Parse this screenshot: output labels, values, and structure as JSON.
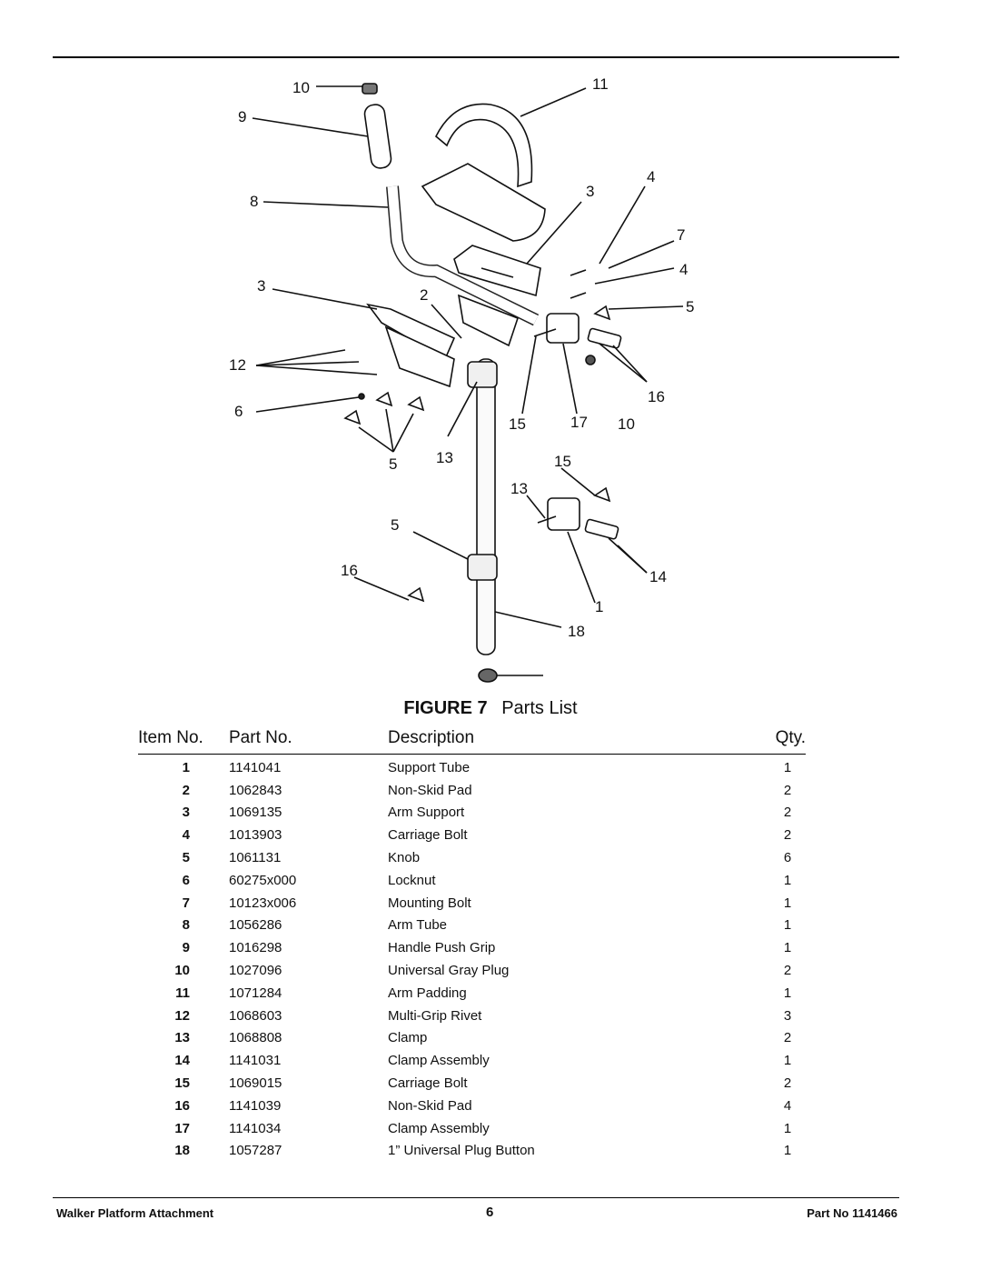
{
  "diagram": {
    "callouts": [
      "10",
      "11",
      "9",
      "4",
      "3",
      "8",
      "7",
      "4",
      "3",
      "2",
      "5",
      "12",
      "16",
      "6",
      "15",
      "17",
      "10",
      "5",
      "13",
      "15",
      "13",
      "5",
      "16",
      "14",
      "1",
      "18"
    ]
  },
  "caption": {
    "figure": "FIGURE 7",
    "title": "Parts List"
  },
  "table": {
    "headers": {
      "item": "Item No.",
      "part": "Part No.",
      "description": "Description",
      "qty": "Qty."
    },
    "rows": [
      {
        "item": "1",
        "part": "1141041",
        "description": "Support Tube",
        "qty": "1"
      },
      {
        "item": "2",
        "part": "1062843",
        "description": "Non-Skid Pad",
        "qty": "2"
      },
      {
        "item": "3",
        "part": "1069135",
        "description": "Arm Support",
        "qty": "2"
      },
      {
        "item": "4",
        "part": "1013903",
        "description": "Carriage Bolt",
        "qty": "2"
      },
      {
        "item": "5",
        "part": "1061131",
        "description": "Knob",
        "qty": "6"
      },
      {
        "item": "6",
        "part": "60275x000",
        "description": "Locknut",
        "qty": "1"
      },
      {
        "item": "7",
        "part": "10123x006",
        "description": "Mounting Bolt",
        "qty": "1"
      },
      {
        "item": "8",
        "part": "1056286",
        "description": "Arm Tube",
        "qty": "1"
      },
      {
        "item": "9",
        "part": "1016298",
        "description": "Handle Push Grip",
        "qty": "1"
      },
      {
        "item": "10",
        "part": "1027096",
        "description": "Universal Gray Plug",
        "qty": "2"
      },
      {
        "item": "11",
        "part": "1071284",
        "description": "Arm Padding",
        "qty": "1"
      },
      {
        "item": "12",
        "part": "1068603",
        "description": "Multi-Grip Rivet",
        "qty": "3"
      },
      {
        "item": "13",
        "part": "1068808",
        "description": "Clamp",
        "qty": "2"
      },
      {
        "item": "14",
        "part": "1141031",
        "description": "Clamp Assembly",
        "qty": "1"
      },
      {
        "item": "15",
        "part": "1069015",
        "description": "Carriage Bolt",
        "qty": "2"
      },
      {
        "item": "16",
        "part": "1141039",
        "description": "Non-Skid Pad",
        "qty": "4"
      },
      {
        "item": "17",
        "part": "1141034",
        "description": "Clamp Assembly",
        "qty": "1"
      },
      {
        "item": "18",
        "part": "1057287",
        "description": "1” Universal Plug Button",
        "qty": "1"
      }
    ]
  },
  "footer": {
    "left": "Walker Platform Attachment",
    "page": "6",
    "right": "Part No 1141466"
  }
}
